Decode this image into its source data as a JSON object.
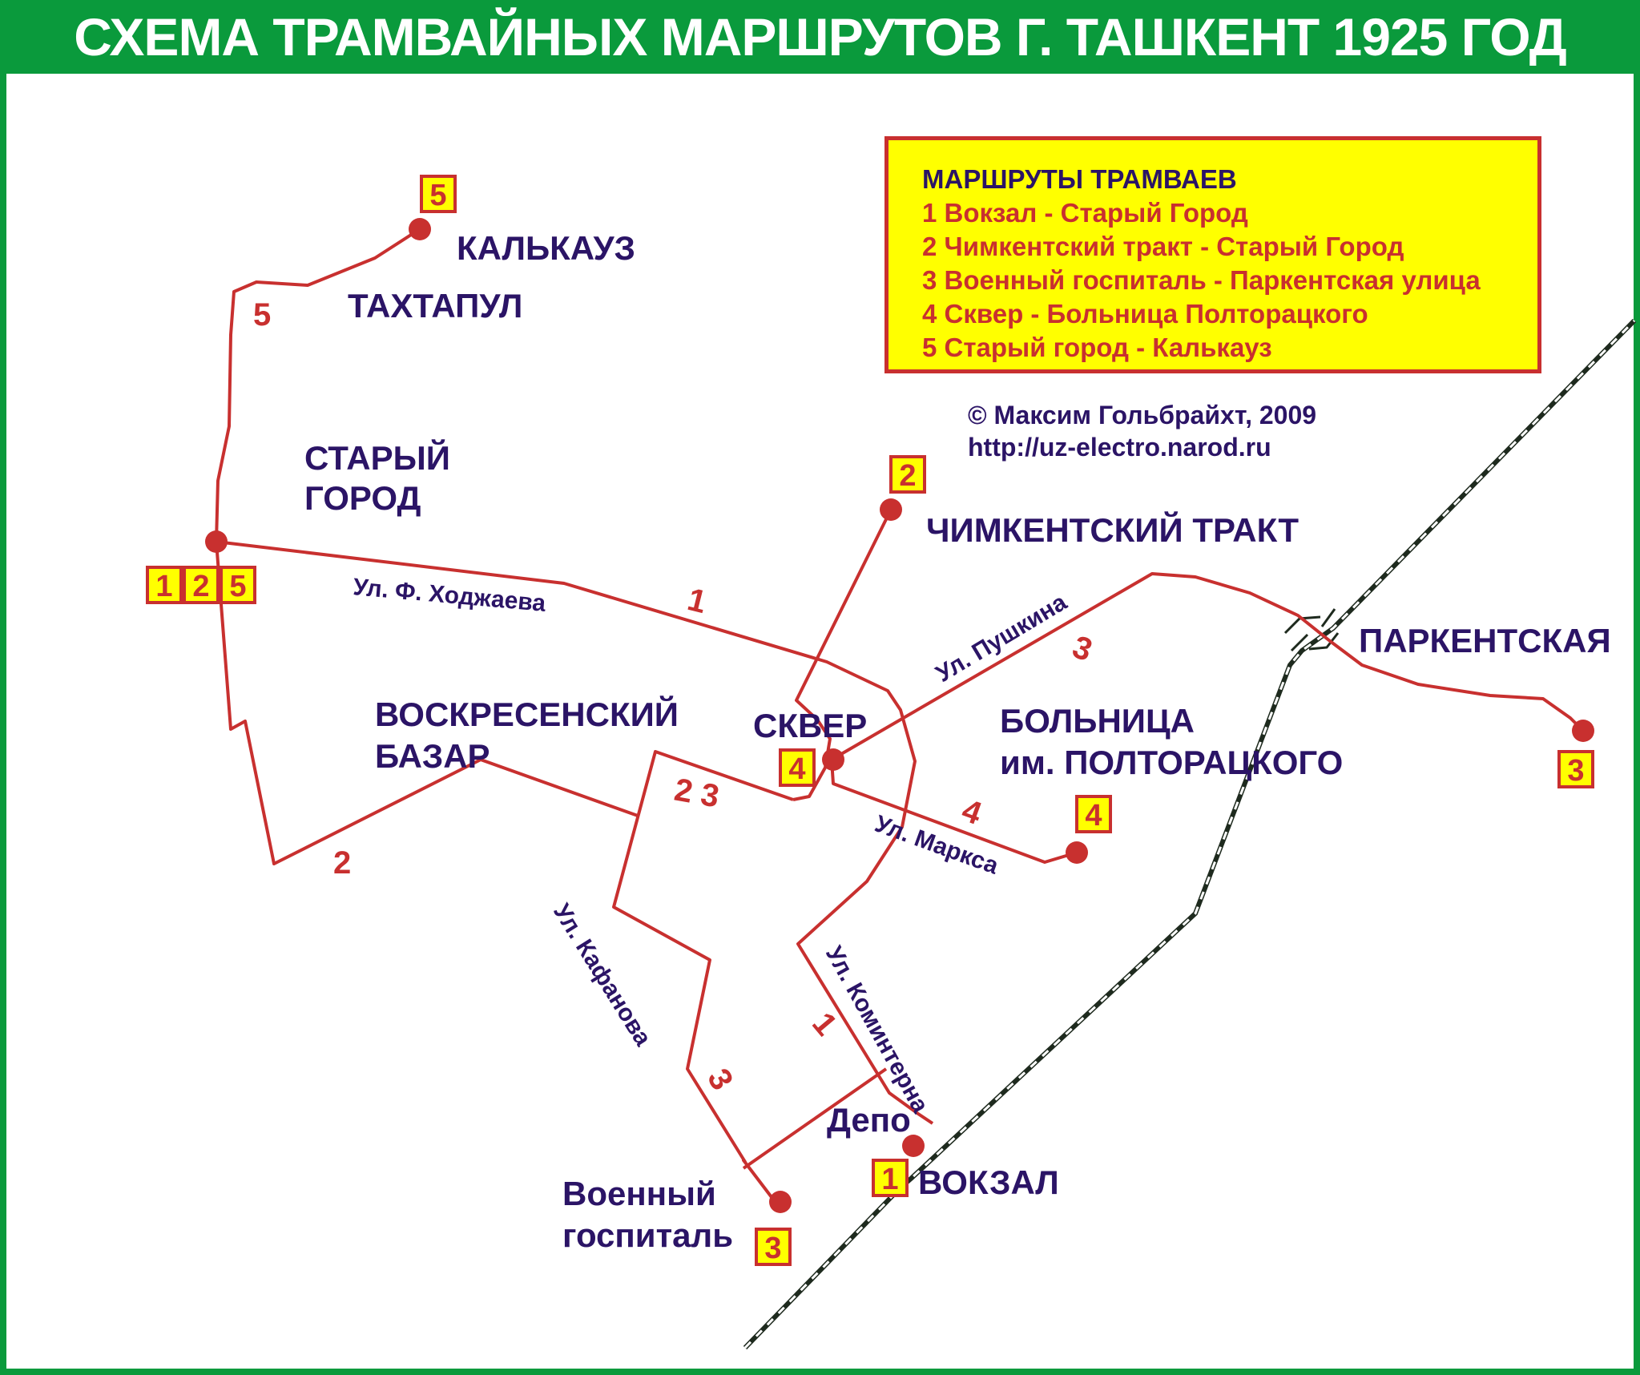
{
  "title": "СХЕМА ТРАМВАЙНЫХ МАРШРУТОВ Г. ТАШКЕНТ  1925 ГОД",
  "legend": {
    "title": "МАРШРУТЫ ТРАМВАЕВ",
    "items": [
      "1 Вокзал - Старый Город",
      "2 Чимкентский тракт - Старый Город",
      "3 Военный госпиталь - Паркентская улица",
      "4 Сквер - Больница Полторацкого",
      "5 Старый город - Калькауз"
    ]
  },
  "credit": {
    "author": "© Максим Гольбрайхт, 2009",
    "url": "http://uz-electro.narod.ru"
  },
  "places": {
    "kalkauz": "КАЛЬКАУЗ",
    "tahtapul": "ТАХТАПУЛ",
    "stary_gorod_1": "СТАРЫЙ",
    "stary_gorod_2": "ГОРОД",
    "chimkent": "ЧИМКЕНТСКИЙ ТРАКТ",
    "parkent": "ПАРКЕНТСКАЯ",
    "voskres_1": "ВОСКРЕСЕНСКИЙ",
    "voskres_2": "БАЗАР",
    "skver": "СКВЕР",
    "bolnica_1": "БОЛЬНИЦА",
    "bolnica_2": "им. ПОЛТОРАЦКОГО",
    "depo": "Депо",
    "vokzal": "ВОКЗАЛ",
    "gospital_1": "Военный",
    "gospital_2": "госпиталь"
  },
  "streets": {
    "hodzhaeva": "Ул. Ф. Ходжаева",
    "pushkina": "Ул. Пушкина",
    "marksa": "Ул. Маркса",
    "kafanova": "Ул. Кафанова",
    "kominterna": "Ул. Коминтерна"
  },
  "badges": {
    "kalkauz": "5",
    "stary_1": "1",
    "stary_2": "2",
    "stary_5": "5",
    "chimkent": "2",
    "skver": "4",
    "bolnica": "4",
    "parkent": "3",
    "vokzal": "1",
    "gospital": "3"
  },
  "route_numbers": {
    "r5": "5",
    "r1_top": "1",
    "r3_pushkina": "3",
    "r2_bazar": "2",
    "r23": "2 3",
    "r4": "4",
    "r3_kafanova": "3",
    "r1_kominterna": "1"
  },
  "colors": {
    "frame": "#0a9a3c",
    "route": "#c8302f",
    "label": "#2b1466",
    "badge": "#ffff00"
  }
}
